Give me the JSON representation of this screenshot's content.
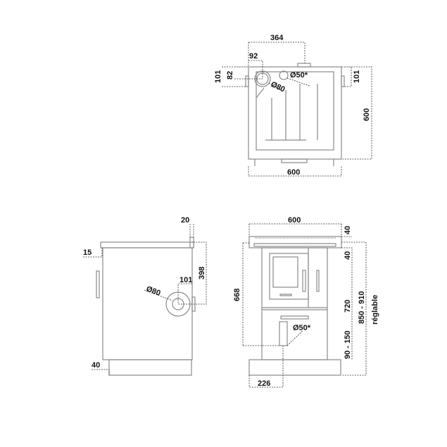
{
  "top_view": {
    "width": "600",
    "depth": "600",
    "flue_offset": "364",
    "pipe_offset": "92",
    "side_101_left": "101",
    "side_82": "82",
    "side_101_right": "101",
    "flue_diameter": "Ø80",
    "aux_diameter": "Ø50*"
  },
  "side_view": {
    "top_20": "20",
    "top_15": "15",
    "flue_height": "398",
    "flue_depth": "101",
    "flue_diameter": "Ø80",
    "base_40": "40"
  },
  "front_view": {
    "width": "600",
    "top_40": "40",
    "sub_40": "40",
    "height_668": "668",
    "height_720": "720",
    "plinth": "90 - 150",
    "total": "850 - 910",
    "adjustable": "réglable",
    "aux_diameter": "Ø50*",
    "aux_offset": "226"
  }
}
